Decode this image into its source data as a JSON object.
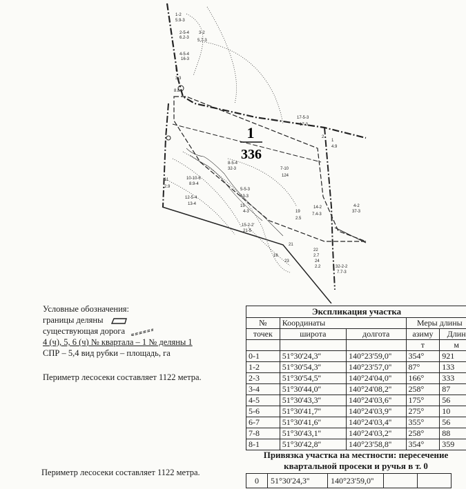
{
  "map": {
    "plot_number": "1",
    "plot_area": "336",
    "labels": [
      {
        "name": "map-label-1-2",
        "text": "1-2"
      },
      {
        "name": "map-label-5-9-3",
        "text": "5.9-3"
      },
      {
        "name": "map-label-2-5-4",
        "text": "2-5-4"
      },
      {
        "name": "map-label-6-2-3",
        "text": "6.2-3"
      },
      {
        "name": "map-label-3-2",
        "text": "3-2"
      },
      {
        "name": "map-label-5-7-3",
        "text": "5.7-3"
      },
      {
        "name": "map-label-4-5-4",
        "text": "4-5-4"
      },
      {
        "name": "map-label-16-3",
        "text": "16-3"
      },
      {
        "name": "map-label-5",
        "text": "5"
      },
      {
        "name": "map-label-3-3",
        "text": "3.3"
      },
      {
        "name": "map-label-8-8",
        "text": "8.8"
      },
      {
        "name": "map-label-17-5-3",
        "text": "17-5-3"
      },
      {
        "name": "map-label-17-3",
        "text": "17-3"
      },
      {
        "name": "map-label-2",
        "text": "2"
      },
      {
        "name": "map-label-1",
        "text": "1"
      },
      {
        "name": "map-label-4-9",
        "text": "4.9"
      },
      {
        "name": "map-label-8-5-4",
        "text": "8-5-4"
      },
      {
        "name": "map-label-32-3",
        "text": "32-3"
      },
      {
        "name": "map-label-7-10",
        "text": "7-10"
      },
      {
        "name": "map-label-124",
        "text": "124"
      },
      {
        "name": "map-label-10-10-6",
        "text": "10-10-6"
      },
      {
        "name": "map-label-8-9-4",
        "text": "8.9-4"
      },
      {
        "name": "map-label-11",
        "text": "11"
      },
      {
        "name": "map-label-2-9",
        "text": "2.9"
      },
      {
        "name": "map-label-12-5-4",
        "text": "12-5-4"
      },
      {
        "name": "map-label-13-4",
        "text": "13-4"
      },
      {
        "name": "map-label-5-5-3",
        "text": "5-5-3"
      },
      {
        "name": "map-label-13-3",
        "text": "13-3"
      },
      {
        "name": "map-label-15",
        "text": "15"
      },
      {
        "name": "map-label-4-3",
        "text": "4-3"
      },
      {
        "name": "map-label-19",
        "text": "19"
      },
      {
        "name": "map-label-2-5",
        "text": "2.5"
      },
      {
        "name": "map-label-14-2",
        "text": "14-2"
      },
      {
        "name": "map-label-7-4-3",
        "text": "7.4-3"
      },
      {
        "name": "map-label-4-2",
        "text": "4-2"
      },
      {
        "name": "map-label-37-3",
        "text": "37-3"
      },
      {
        "name": "map-label-15-2-2",
        "text": "15-2-2'"
      },
      {
        "name": "map-label-21-5",
        "text": "21-5"
      },
      {
        "name": "map-label-21",
        "text": "21"
      },
      {
        "name": "map-label-16",
        "text": "16"
      },
      {
        "name": "map-label-22",
        "text": "22"
      },
      {
        "name": "map-label-2-7",
        "text": "2.7"
      },
      {
        "name": "map-label-23",
        "text": "23"
      },
      {
        "name": "map-label-24",
        "text": "24"
      },
      {
        "name": "map-label-2-2",
        "text": "2.2"
      },
      {
        "name": "map-label-32-2-2",
        "text": "32-2-2"
      },
      {
        "name": "map-label-7-7-3",
        "text": "7.7-3"
      }
    ]
  },
  "legend": {
    "title": "Условные обозначения:",
    "boundary": "границы деляны",
    "road": "существующая дорога",
    "quarter_line": "4 (ч), 5, 6 (ч)  № квартала – 1 № деляны 1",
    "spr_line": "СПР – 5,4  вид рубки – площадь, га"
  },
  "perimeter_text": "Периметр лесосеки составляет 1122 метра.",
  "perimeter_text_2": "Периметр лесосеки составляет 1122 метра.",
  "table": {
    "title": "Экспликация участка",
    "h_num": "№",
    "h_points": "точек",
    "h_coords": "Координаты",
    "h_lat": "широта",
    "h_lon": "долгота",
    "h_measures": "Меры длины",
    "h_azimuth": "азиму",
    "h_azimuth2": "т",
    "h_length": "Длин",
    "h_length2": "м",
    "rows": [
      {
        "pt": "0-1",
        "lat": "51°30'24,3''",
        "lon": "140°23'59,0''",
        "az": "354°",
        "len": "921"
      },
      {
        "pt": "1-2",
        "lat": "51°30'54,3''",
        "lon": "140°23'57,0''",
        "az": "87°",
        "len": "133"
      },
      {
        "pt": "2-3",
        "lat": "51°30'54,5''",
        "lon": "140°24'04,0''",
        "az": "166°",
        "len": "333"
      },
      {
        "pt": "3-4",
        "lat": "51°30'44,0''",
        "lon": "140°24'08,2''",
        "az": "258°",
        "len": "87"
      },
      {
        "pt": "4-5",
        "lat": "51°30'43,3''",
        "lon": "140°24'03,6''",
        "az": "175°",
        "len": "56"
      },
      {
        "pt": "5-6",
        "lat": "51°30'41,7''",
        "lon": "140°24'03,9''",
        "az": "275°",
        "len": "10"
      },
      {
        "pt": "6-7",
        "lat": "51°30'41,6''",
        "lon": "140°24'03,4''",
        "az": "355°",
        "len": "56"
      },
      {
        "pt": "7-8",
        "lat": "51°30'43,1''",
        "lon": "140°24'03,2''",
        "az": "258°",
        "len": "88"
      },
      {
        "pt": "8-1",
        "lat": "51°30'42,8''",
        "lon": "140°23'58,8''",
        "az": "354°",
        "len": "359"
      }
    ]
  },
  "reference": {
    "title": "Привязка участка на местности: пересечение квартальной просеки и ручья  в т. 0",
    "pt": "0",
    "lat": "51°30'24,3''",
    "lon": "140°23'59,0''"
  }
}
